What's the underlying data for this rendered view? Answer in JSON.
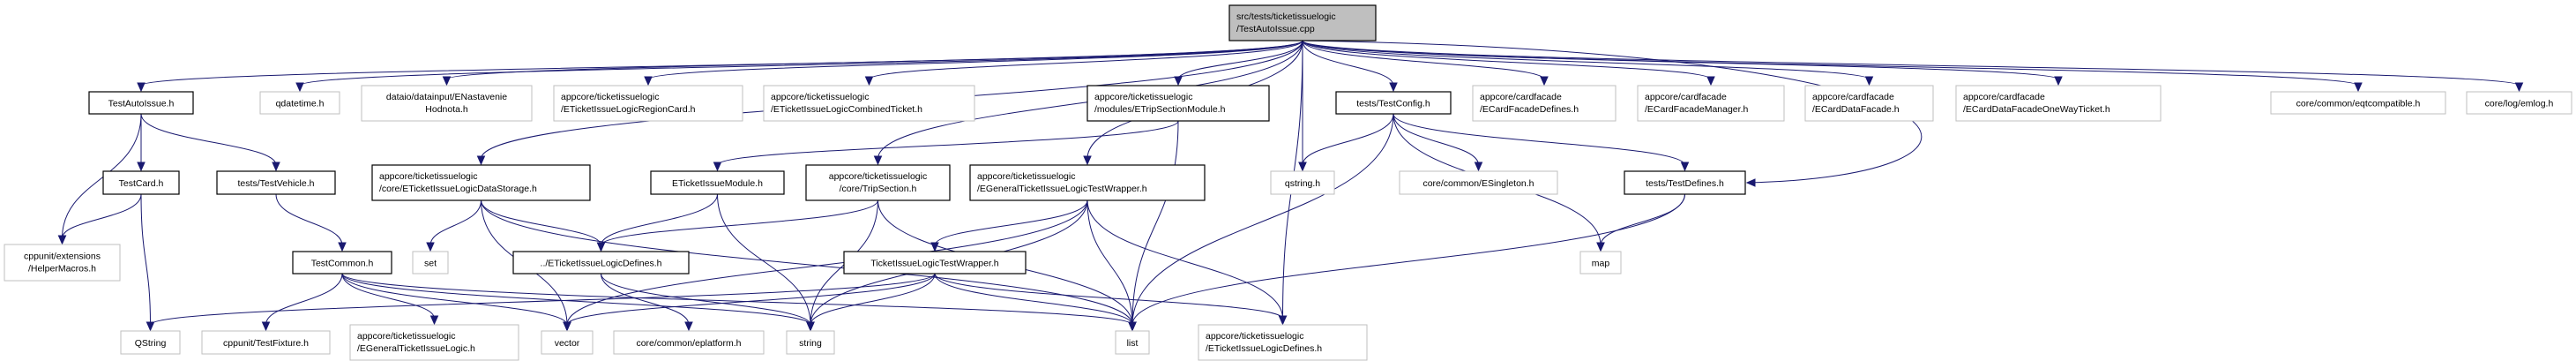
{
  "graph": {
    "edge_color": "#191970",
    "root_fill": "#bfbfbf",
    "nodes": [
      {
        "id": "root",
        "lines": [
          "src/tests/ticketissuelogic",
          "/TestAutoIssue.cpp"
        ],
        "style": "root"
      },
      {
        "id": "testautoissue",
        "lines": [
          "TestAutoIssue.h"
        ],
        "style": "linked"
      },
      {
        "id": "qdatetime",
        "lines": [
          "qdatetime.h"
        ],
        "style": "plain"
      },
      {
        "id": "enastavenie",
        "lines": [
          "dataio/datainput/ENastavenie",
          "Hodnota.h"
        ],
        "style": "plain",
        "center": true
      },
      {
        "id": "regioncard",
        "lines": [
          "appcore/ticketissuelogic",
          "/ETicketIssueLogicRegionCard.h"
        ],
        "style": "plain"
      },
      {
        "id": "combined",
        "lines": [
          "appcore/ticketissuelogic",
          "/ETicketIssueLogicCombinedTicket.h"
        ],
        "style": "plain"
      },
      {
        "id": "tripsectionmodule",
        "lines": [
          "appcore/ticketissuelogic",
          "/modules/ETripSectionModule.h"
        ],
        "style": "linked"
      },
      {
        "id": "testconfig",
        "lines": [
          "tests/TestConfig.h"
        ],
        "style": "linked"
      },
      {
        "id": "cfdefines",
        "lines": [
          "appcore/cardfacade",
          "/ECardFacadeDefines.h"
        ],
        "style": "plain"
      },
      {
        "id": "cfmanager",
        "lines": [
          "appcore/cardfacade",
          "/ECardFacadeManager.h"
        ],
        "style": "plain"
      },
      {
        "id": "cdfacade",
        "lines": [
          "appcore/cardfacade",
          "/ECardDataFacade.h"
        ],
        "style": "plain"
      },
      {
        "id": "cdoneway",
        "lines": [
          "appcore/cardfacade",
          "/ECardDataFacadeOneWayTicket.h"
        ],
        "style": "plain"
      },
      {
        "id": "eqtcompatible",
        "lines": [
          "core/common/eqtcompatible.h"
        ],
        "style": "plain"
      },
      {
        "id": "emlog",
        "lines": [
          "core/log/emlog.h"
        ],
        "style": "plain"
      },
      {
        "id": "testcard",
        "lines": [
          "TestCard.h"
        ],
        "style": "linked"
      },
      {
        "id": "testvehicle",
        "lines": [
          "tests/TestVehicle.h"
        ],
        "style": "linked"
      },
      {
        "id": "datastorage",
        "lines": [
          "appcore/ticketissuelogic",
          "/core/ETicketIssueLogicDataStorage.h"
        ],
        "style": "linked"
      },
      {
        "id": "ticketissuemodule",
        "lines": [
          "ETicketIssueModule.h"
        ],
        "style": "linked"
      },
      {
        "id": "tripsection",
        "lines": [
          "appcore/ticketissuelogic",
          "/core/TripSection.h"
        ],
        "style": "linked",
        "center": true
      },
      {
        "id": "gentestwrapper",
        "lines": [
          "appcore/ticketissuelogic",
          "/EGeneralTicketIssueLogicTestWrapper.h"
        ],
        "style": "linked"
      },
      {
        "id": "qstring_h",
        "lines": [
          "qstring.h"
        ],
        "style": "plain"
      },
      {
        "id": "esingleton",
        "lines": [
          "core/common/ESingleton.h"
        ],
        "style": "plain"
      },
      {
        "id": "testdefines",
        "lines": [
          "tests/TestDefines.h"
        ],
        "style": "linked"
      },
      {
        "id": "helpermacros",
        "lines": [
          "cppunit/extensions",
          "/HelperMacros.h"
        ],
        "style": "plain",
        "center": true
      },
      {
        "id": "testcommon",
        "lines": [
          "TestCommon.h"
        ],
        "style": "linked"
      },
      {
        "id": "set",
        "lines": [
          "set"
        ],
        "style": "plain"
      },
      {
        "id": "reldefines",
        "lines": [
          "../ETicketIssueLogicDefines.h"
        ],
        "style": "linked"
      },
      {
        "id": "testwrapper",
        "lines": [
          "TicketIssueLogicTestWrapper.h"
        ],
        "style": "linked"
      },
      {
        "id": "map",
        "lines": [
          "map"
        ],
        "style": "plain"
      },
      {
        "id": "QString",
        "lines": [
          "QString"
        ],
        "style": "plain"
      },
      {
        "id": "testfixture",
        "lines": [
          "cppunit/TestFixture.h"
        ],
        "style": "plain"
      },
      {
        "id": "genlogic",
        "lines": [
          "appcore/ticketissuelogic",
          "/EGeneralTicketIssueLogic.h"
        ],
        "style": "plain"
      },
      {
        "id": "vector",
        "lines": [
          "vector"
        ],
        "style": "plain"
      },
      {
        "id": "eplatform",
        "lines": [
          "core/common/eplatform.h"
        ],
        "style": "plain"
      },
      {
        "id": "string",
        "lines": [
          "string"
        ],
        "style": "plain"
      },
      {
        "id": "list",
        "lines": [
          "list"
        ],
        "style": "plain"
      },
      {
        "id": "appdefines",
        "lines": [
          "appcore/ticketissuelogic",
          "/ETicketIssueLogicDefines.h"
        ],
        "style": "plain"
      }
    ],
    "edges": [
      [
        "root",
        "testautoissue"
      ],
      [
        "root",
        "qdatetime"
      ],
      [
        "root",
        "enastavenie"
      ],
      [
        "root",
        "regioncard"
      ],
      [
        "root",
        "combined"
      ],
      [
        "root",
        "tripsectionmodule"
      ],
      [
        "root",
        "qstring_h"
      ],
      [
        "root",
        "testconfig"
      ],
      [
        "root",
        "cfdefines"
      ],
      [
        "root",
        "cfmanager"
      ],
      [
        "root",
        "cdfacade"
      ],
      [
        "root",
        "cdoneway"
      ],
      [
        "root",
        "eqtcompatible"
      ],
      [
        "root",
        "emlog"
      ],
      [
        "root",
        "datastorage"
      ],
      [
        "root",
        "tripsection"
      ],
      [
        "root",
        "gentestwrapper"
      ],
      [
        "root",
        "testdefines"
      ],
      [
        "root",
        "appdefines"
      ],
      [
        "testautoissue",
        "helpermacros"
      ],
      [
        "testautoissue",
        "testcard"
      ],
      [
        "testautoissue",
        "testvehicle"
      ],
      [
        "testcard",
        "helpermacros"
      ],
      [
        "testcard",
        "QString"
      ],
      [
        "testvehicle",
        "testcommon"
      ],
      [
        "datastorage",
        "set"
      ],
      [
        "datastorage",
        "vector"
      ],
      [
        "datastorage",
        "reldefines"
      ],
      [
        "datastorage",
        "list"
      ],
      [
        "tripsectionmodule",
        "ticketissuemodule"
      ],
      [
        "tripsectionmodule",
        "list"
      ],
      [
        "ticketissuemodule",
        "reldefines"
      ],
      [
        "ticketissuemodule",
        "string"
      ],
      [
        "tripsection",
        "reldefines"
      ],
      [
        "tripsection",
        "string"
      ],
      [
        "tripsection",
        "list"
      ],
      [
        "gentestwrapper",
        "testwrapper"
      ],
      [
        "gentestwrapper",
        "vector"
      ],
      [
        "gentestwrapper",
        "string"
      ],
      [
        "gentestwrapper",
        "list"
      ],
      [
        "gentestwrapper",
        "appdefines"
      ],
      [
        "testconfig",
        "qstring_h"
      ],
      [
        "testconfig",
        "esingleton"
      ],
      [
        "testconfig",
        "map"
      ],
      [
        "testconfig",
        "testdefines"
      ],
      [
        "testconfig",
        "list"
      ],
      [
        "testdefines",
        "map"
      ],
      [
        "testdefines",
        "list"
      ],
      [
        "reldefines",
        "eplatform"
      ],
      [
        "reldefines",
        "string"
      ],
      [
        "testcommon",
        "testfixture"
      ],
      [
        "testcommon",
        "genlogic"
      ],
      [
        "testcommon",
        "vector"
      ],
      [
        "testcommon",
        "string"
      ],
      [
        "testcommon",
        "list"
      ],
      [
        "testwrapper",
        "QString"
      ],
      [
        "testwrapper",
        "vector"
      ],
      [
        "testwrapper",
        "string"
      ],
      [
        "testwrapper",
        "list"
      ],
      [
        "testwrapper",
        "appdefines"
      ]
    ]
  }
}
